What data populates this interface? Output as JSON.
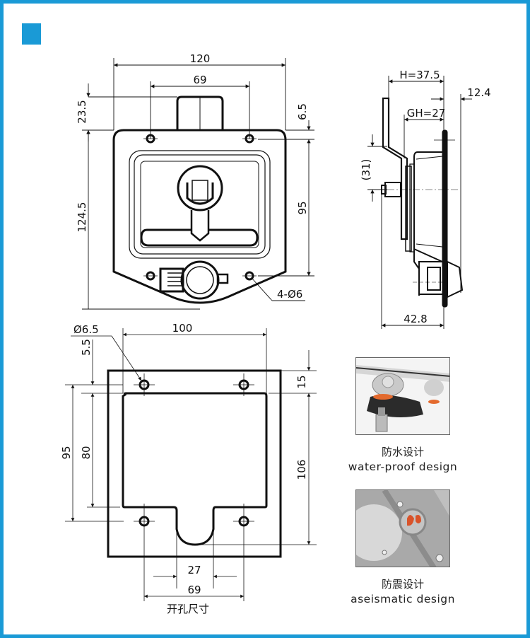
{
  "page": {
    "frame_color": "#1a9ad6",
    "accent_badge_color": "#1a9ad6"
  },
  "front_view": {
    "name": "latch-front-view",
    "dimensions": {
      "overall_width": "120",
      "hole_spacing_top": "69",
      "handle_protrusion": "23.5",
      "overall_height": "124.5",
      "hole_offset_top": "6.5",
      "hole_spacing_vertical": "95",
      "mounting_holes": "4-Ø6"
    }
  },
  "side_view": {
    "name": "latch-side-view",
    "dimensions": {
      "handle_height": "H=37.5",
      "flange_thickness": "12.4",
      "grip_height": "GH=27",
      "pivot_offset": "(31)",
      "total_depth": "42.8"
    }
  },
  "cutout_view": {
    "name": "panel-cutout",
    "title": "开孔尺寸",
    "dimensions": {
      "hole_diameter": "Ø6.5",
      "hole_spacing_horizontal": "100",
      "hole_offset_top": "5.5",
      "top_margin": "15",
      "outer_vertical_spacing": "95",
      "inner_opening_height": "80",
      "total_opening_height": "106",
      "notch_width": "27",
      "bottom_hole_spacing": "69"
    }
  },
  "features": [
    {
      "title_zh": "防水设计",
      "title_en": "water-proof design",
      "accent": "#e36a2e"
    },
    {
      "title_zh": "防震设计",
      "title_en": "aseismatic design",
      "accent": "#d9532a"
    }
  ]
}
